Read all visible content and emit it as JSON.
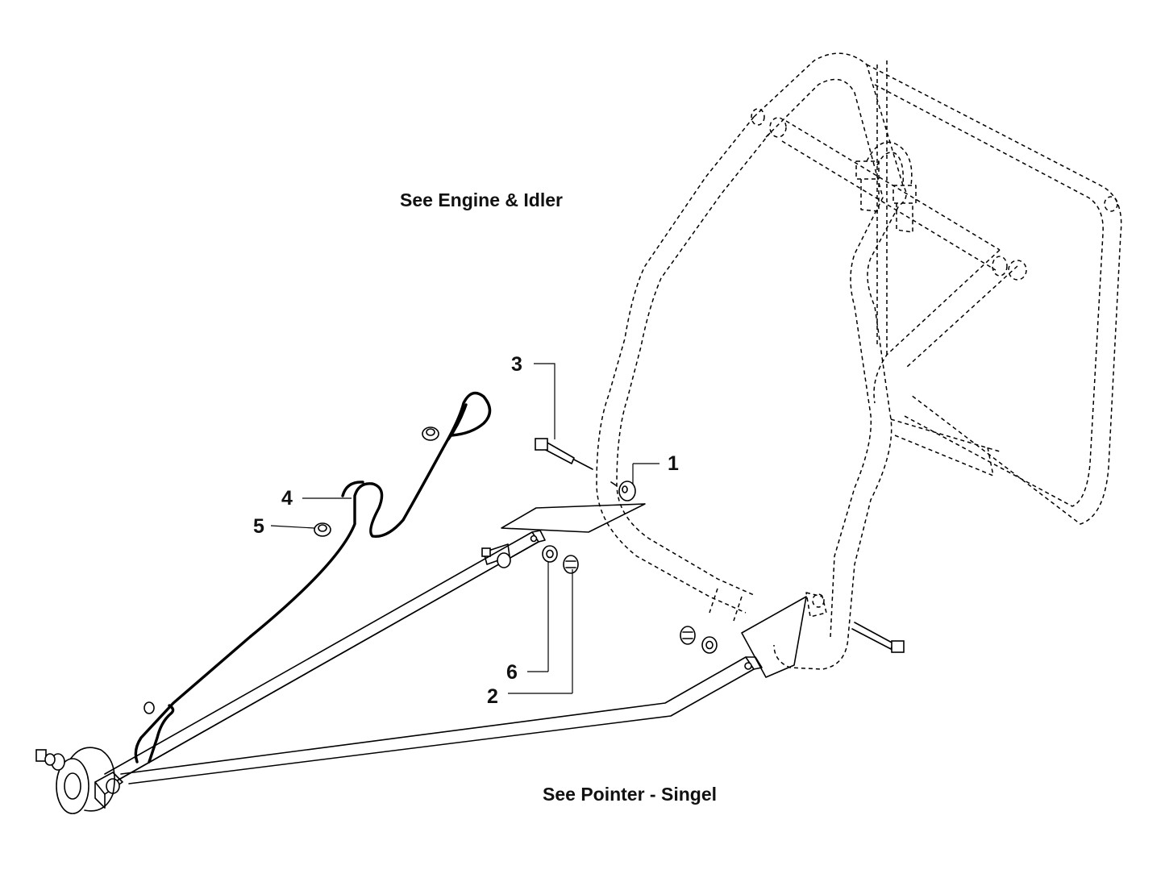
{
  "notes": {
    "engine_idler": "See Engine & Idler",
    "pointer_singel": "See Pointer - Singel"
  },
  "callouts": [
    {
      "id": "1",
      "label": "1",
      "part": "washer-spacer"
    },
    {
      "id": "2",
      "label": "2",
      "part": "nut"
    },
    {
      "id": "3",
      "label": "3",
      "part": "bolt"
    },
    {
      "id": "4",
      "label": "4",
      "part": "cable"
    },
    {
      "id": "5",
      "label": "5",
      "part": "cable-clip"
    },
    {
      "id": "6",
      "label": "6",
      "part": "washer"
    }
  ],
  "colors": {
    "line": "#000000",
    "background": "#ffffff"
  }
}
